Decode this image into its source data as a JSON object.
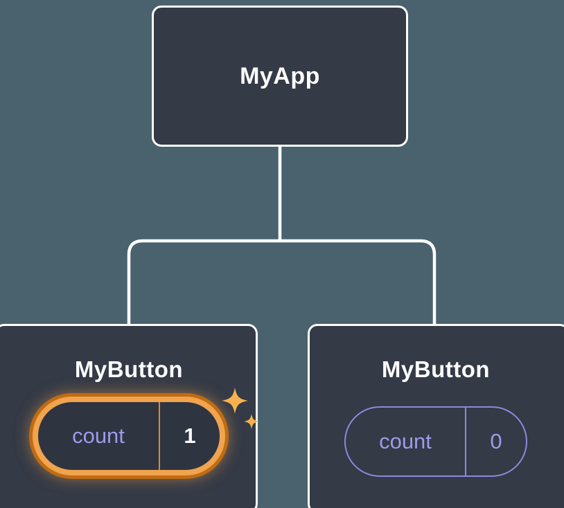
{
  "diagram": {
    "kind": "component-tree",
    "root": {
      "label": "MyApp"
    },
    "children": [
      {
        "label": "MyButton",
        "state": {
          "key": "count",
          "value": "1"
        },
        "highlighted": true
      },
      {
        "label": "MyButton",
        "state": {
          "key": "count",
          "value": "0"
        },
        "highlighted": false
      }
    ]
  },
  "icons": {
    "sparkle": "four-pointed-star"
  },
  "colors": {
    "background": "#4a626d",
    "node_fill": "#343a46",
    "node_border": "#ffffff",
    "connector": "#ffffff",
    "lavender": "#9e9aec",
    "pill_border_lavender": "#8d89dd",
    "highlight_orange": "#f1a34e",
    "highlight_orange_dark": "#bf6c13",
    "sparkle_gold": "#f6b14e",
    "text_white": "#ffffff"
  }
}
